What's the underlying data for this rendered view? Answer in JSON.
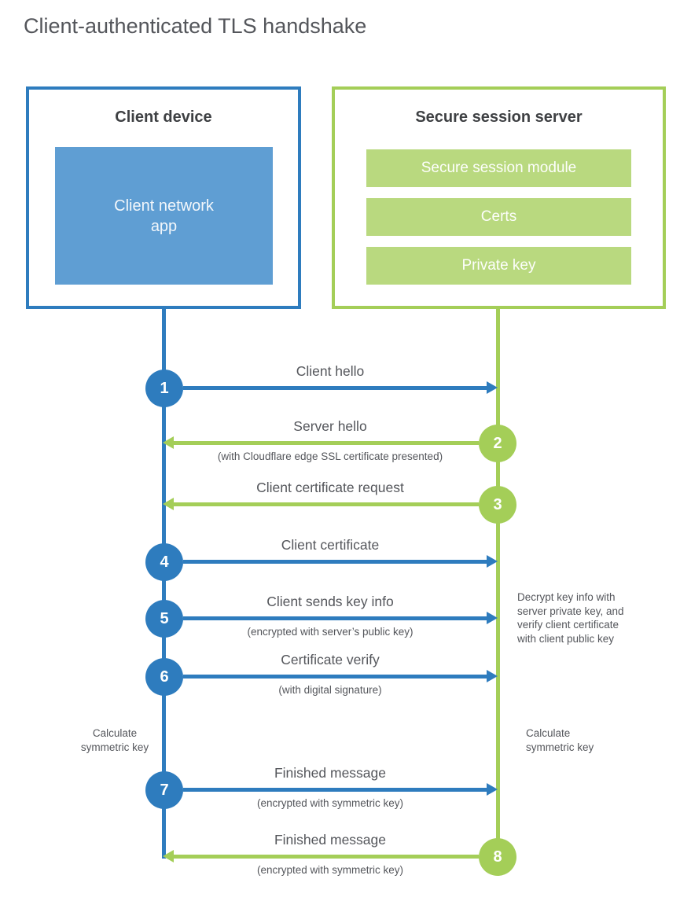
{
  "title": "Client-authenticated TLS handshake",
  "colors": {
    "client_blue": "#2e7cbe",
    "client_blue_fill": "#5f9ed3",
    "server_green": "#a4ce58",
    "server_green_fill": "#b9d97f",
    "heading_text": "#3e4043",
    "label_text": "#54565b"
  },
  "client_box": {
    "title": "Client device",
    "inner_label": "Client network\napp"
  },
  "server_box": {
    "title": "Secure session server",
    "modules": [
      "Secure session module",
      "Certs",
      "Private key"
    ]
  },
  "steps": [
    {
      "num": "1",
      "actor": "client",
      "direction": "right",
      "label": "Client hello",
      "sublabel": ""
    },
    {
      "num": "2",
      "actor": "server",
      "direction": "left",
      "label": "Server hello",
      "sublabel": "(with Cloudflare edge SSL certificate presented)"
    },
    {
      "num": "3",
      "actor": "server",
      "direction": "left",
      "label": "Client certificate request",
      "sublabel": ""
    },
    {
      "num": "4",
      "actor": "client",
      "direction": "right",
      "label": "Client certificate",
      "sublabel": ""
    },
    {
      "num": "5",
      "actor": "client",
      "direction": "right",
      "label": "Client sends key info",
      "sublabel": "(encrypted with server’s public key)"
    },
    {
      "num": "6",
      "actor": "client",
      "direction": "right",
      "label": "Certificate verify",
      "sublabel": "(with digital signature)"
    },
    {
      "num": "7",
      "actor": "client",
      "direction": "right",
      "label": "Finished message",
      "sublabel": "(encrypted with symmetric key)"
    },
    {
      "num": "8",
      "actor": "server",
      "direction": "left",
      "label": "Finished message",
      "sublabel": "(encrypted with symmetric key)"
    }
  ],
  "annotations": {
    "calc_left": "Calculate\nsymmetric key",
    "calc_right": "Calculate\nsymmetric key",
    "decrypt_note": "Decrypt key info with\nserver private key, and\nverify client certificate\nwith client public key"
  }
}
